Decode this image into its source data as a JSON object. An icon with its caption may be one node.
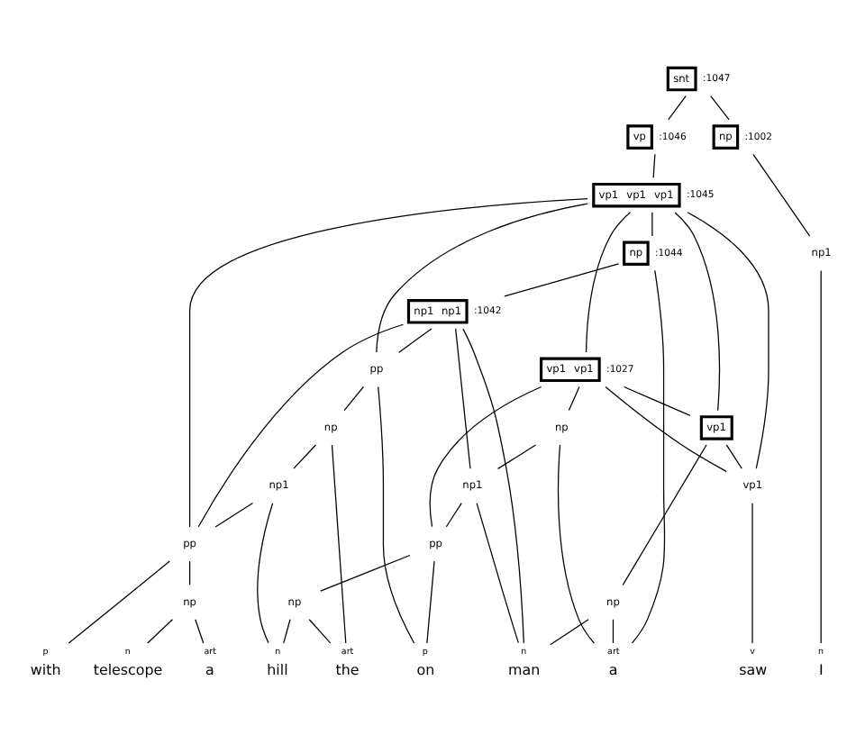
{
  "diagram": {
    "nodes": [
      {
        "text": [
          "snt"
        ],
        "beside": [
          ":1047"
        ]
      },
      {
        "text": [
          "vp"
        ],
        "beside": [
          ":1046"
        ]
      },
      {
        "text": [
          "vp1",
          "vp1",
          "vp1"
        ],
        "beside": [
          ":1045"
        ]
      },
      {
        "text": [
          "np"
        ],
        "beside": [
          ":1044"
        ]
      },
      {
        "text": [
          "np1",
          "np1"
        ],
        "beside": [
          ":1042"
        ]
      },
      {
        "text": [
          "np"
        ],
        "beside": [
          ":1002"
        ]
      },
      {
        "text": [
          "vp1",
          "vp1"
        ],
        "beside": [
          ":1027"
        ]
      },
      {
        "text": [
          "vp1"
        ]
      },
      {
        "text": [
          "np1"
        ]
      },
      {
        "text": [
          "vp1"
        ]
      },
      {
        "text": [
          "np"
        ]
      },
      {
        "text": [
          "np"
        ]
      },
      {
        "text": [
          "np1"
        ]
      },
      {
        "text": [
          "pp"
        ]
      },
      {
        "text": [
          "np"
        ]
      },
      {
        "text": [
          "pp"
        ]
      },
      {
        "text": [
          "np"
        ]
      },
      {
        "text": [
          "np1"
        ]
      },
      {
        "text": [
          "pp"
        ]
      },
      {
        "text": [
          "np"
        ]
      },
      {
        "text": [
          "n"
        ],
        "beside": [
          "I"
        ]
      },
      {
        "text": [
          "v"
        ],
        "beside": [
          "saw"
        ]
      },
      {
        "text": [
          "art"
        ],
        "beside": [
          "a"
        ]
      },
      {
        "text": [
          "n"
        ],
        "beside": [
          "man"
        ]
      },
      {
        "text": [
          "p"
        ],
        "beside": [
          "on"
        ]
      },
      {
        "text": [
          "art"
        ],
        "beside": [
          "the"
        ]
      },
      {
        "text": [
          "n"
        ],
        "beside": [
          "hill"
        ]
      },
      {
        "text": [
          "p"
        ],
        "beside": [
          "with"
        ]
      },
      {
        "text": [
          "art"
        ],
        "beside": [
          "a"
        ]
      },
      {
        "text": [
          "n"
        ],
        "beside": [
          "telescope"
        ]
      }
    ],
    "edges": [
      {
        "from": 0,
        "to": 1,
        "arrow": "none"
      },
      {
        "from": 0,
        "to": 5,
        "arrow": "none"
      },
      {
        "from": 1,
        "to": 2,
        "arrow": "none"
      },
      {
        "from": 2,
        "to": 3,
        "arrow": "none"
      },
      {
        "from": 2,
        "to": 9,
        "arrow": "none"
      },
      {
        "from": 2,
        "to": 7,
        "arrow": "none"
      },
      {
        "from": 2,
        "to": 15,
        "arrow": "none"
      },
      {
        "from": 2,
        "to": 6,
        "arrow": "none"
      },
      {
        "from": 2,
        "to": 18,
        "arrow": "none"
      },
      {
        "from": 3,
        "to": 22,
        "arrow": "none"
      },
      {
        "from": 3,
        "to": 4,
        "arrow": "none"
      },
      {
        "from": 4,
        "to": 23,
        "arrow": "none"
      },
      {
        "from": 4,
        "to": 15,
        "arrow": "none"
      },
      {
        "from": 4,
        "to": 12,
        "arrow": "none"
      },
      {
        "from": 4,
        "to": 18,
        "arrow": "none"
      },
      {
        "from": 15,
        "to": 24,
        "arrow": "none"
      },
      {
        "from": 15,
        "to": 16,
        "arrow": "none"
      },
      {
        "from": 16,
        "to": 25,
        "arrow": "none"
      },
      {
        "from": 16,
        "to": 17,
        "arrow": "none"
      },
      {
        "from": 17,
        "to": 26,
        "arrow": "none"
      },
      {
        "from": 17,
        "to": 18,
        "arrow": "none"
      },
      {
        "from": 18,
        "to": 27,
        "arrow": "none"
      },
      {
        "from": 18,
        "to": 19,
        "arrow": "none"
      },
      {
        "from": 19,
        "to": 28,
        "arrow": "none"
      },
      {
        "from": 19,
        "to": 29,
        "arrow": "none"
      },
      {
        "from": 12,
        "to": 23,
        "arrow": "none"
      },
      {
        "from": 12,
        "to": 13,
        "arrow": "none"
      },
      {
        "from": 13,
        "to": 24,
        "arrow": "none"
      },
      {
        "from": 13,
        "to": 14,
        "arrow": "none"
      },
      {
        "from": 14,
        "to": 25,
        "arrow": "none"
      },
      {
        "from": 14,
        "to": 26,
        "arrow": "none"
      },
      {
        "from": 6,
        "to": 9,
        "arrow": "none"
      },
      {
        "from": 6,
        "to": 11,
        "arrow": "none"
      },
      {
        "from": 6,
        "to": 7,
        "arrow": "none"
      },
      {
        "from": 6,
        "to": 13,
        "arrow": "none"
      },
      {
        "from": 11,
        "to": 22,
        "arrow": "none"
      },
      {
        "from": 11,
        "to": 12,
        "arrow": "none"
      },
      {
        "from": 7,
        "to": 9,
        "arrow": "none"
      },
      {
        "from": 7,
        "to": 10,
        "arrow": "none"
      },
      {
        "from": 10,
        "to": 22,
        "arrow": "none"
      },
      {
        "from": 10,
        "to": 23,
        "arrow": "none"
      },
      {
        "from": 9,
        "to": 21,
        "arrow": "none"
      },
      {
        "from": 5,
        "to": 8,
        "arrow": "none"
      },
      {
        "from": 8,
        "to": 20,
        "arrow": "none"
      }
    ]
  }
}
